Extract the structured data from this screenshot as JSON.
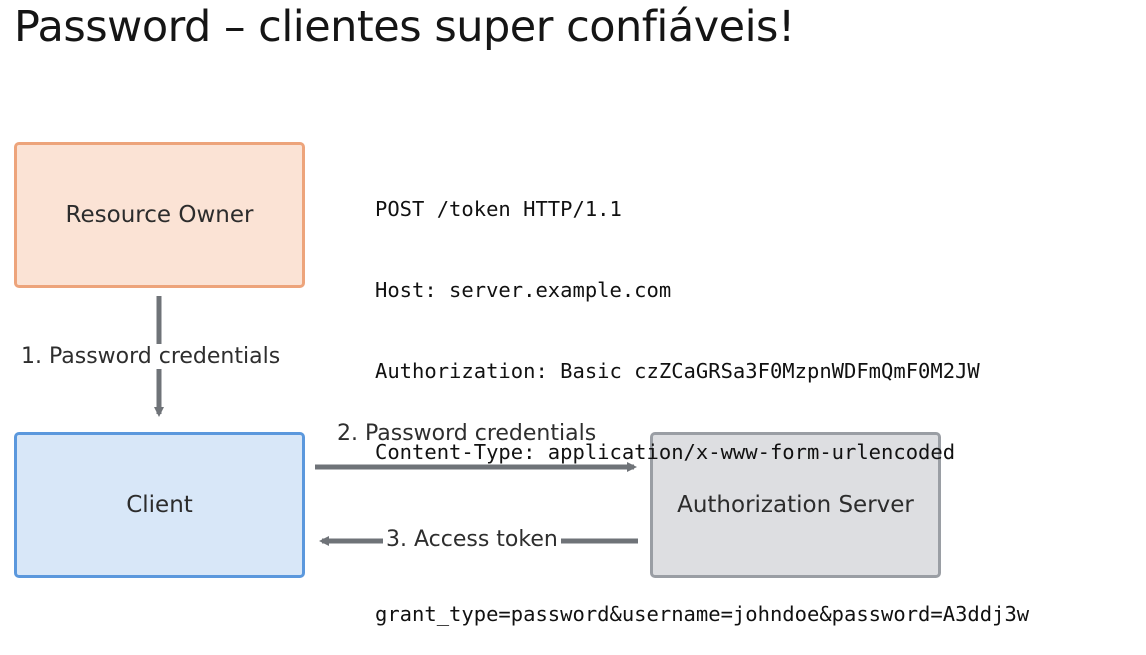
{
  "title": "Password – clientes super confiáveis!",
  "nodes": {
    "resource_owner": "Resource Owner",
    "client": "Client",
    "authorization_server": "Authorization Server"
  },
  "flows": {
    "step1": "1. Password credentials",
    "step2": "2. Password credentials",
    "step3": "3. Access token"
  },
  "http_request": {
    "request_line": "POST /token HTTP/1.1",
    "host": "Host: server.example.com",
    "authorization": "Authorization: Basic czZCaGRSa3F0MzpnWDFmQmF0M2JW",
    "content_type": "Content-Type: application/x-www-form-urlencoded",
    "body": "grant_type=password&username=johndoe&password=A3ddj3w"
  },
  "colors": {
    "owner_fill": "#fbe3d5",
    "owner_border": "#eda47b",
    "client_fill": "#d8e7f8",
    "client_border": "#5b98dd",
    "server_fill": "#dddee1",
    "server_border": "#9a9ea4",
    "arrow": "#6f7378"
  }
}
